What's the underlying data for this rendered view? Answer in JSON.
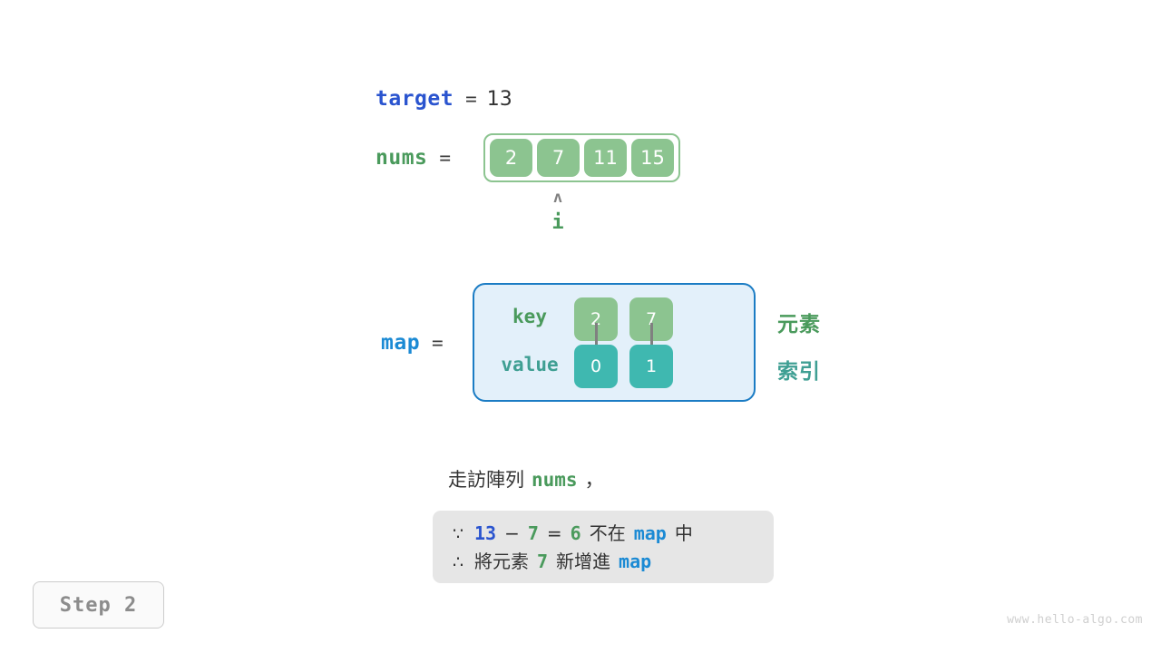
{
  "target": {
    "var_label": "target",
    "equals": "=",
    "value": "13"
  },
  "nums": {
    "var_label": "nums",
    "equals": "=",
    "cells": [
      "2",
      "7",
      "11",
      "15"
    ],
    "pointer": {
      "caret": "ʌ",
      "label": "i",
      "index": 1
    }
  },
  "map": {
    "var_label": "map",
    "equals": "=",
    "row_labels": {
      "key": "key",
      "value": "value"
    },
    "columns": [
      {
        "key": "2",
        "value": "0"
      },
      {
        "key": "7",
        "value": "1"
      }
    ],
    "side_labels": {
      "key_row": "元素",
      "value_row": "索引"
    }
  },
  "caption": {
    "prefix": "走訪陣列",
    "code": "nums",
    "suffix": "，"
  },
  "note": {
    "line1": {
      "symbol": "∵",
      "target": "13",
      "minus": "−",
      "operand": "7",
      "eq": "=",
      "result": "6",
      "text_mid": "不在",
      "map": "map",
      "text_end": "中"
    },
    "line2": {
      "symbol": "∴",
      "text_start": "將元素",
      "element": "7",
      "text_mid": "新增進",
      "map": "map"
    }
  },
  "step": {
    "label": "Step 2"
  },
  "watermark": {
    "text": "www.hello-algo.com"
  },
  "colors": {
    "blue_var": "#2a54cf",
    "green_var": "#4a9a5c",
    "map_blue": "#1b8ad4",
    "key_green": "#8cc490",
    "value_teal": "#3fb8b0",
    "map_bg": "#e3f0fa",
    "map_border": "#1b7cc4",
    "note_bg": "#e6e6e6",
    "arrow_gray": "#808080"
  }
}
